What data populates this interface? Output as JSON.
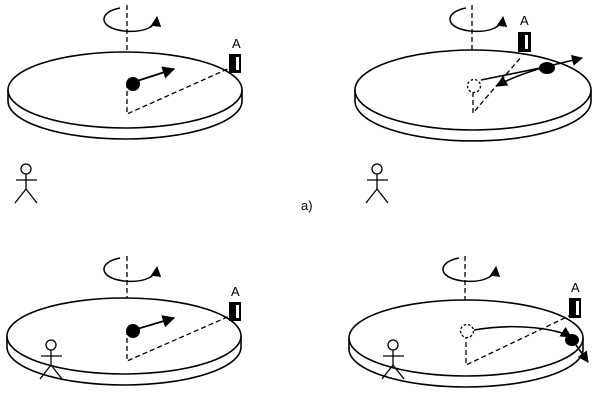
{
  "figure": {
    "panels": [
      {
        "door_label": "A"
      },
      {
        "door_label": "A"
      },
      {
        "door_label": "A"
      },
      {
        "door_label": "A"
      }
    ],
    "part_label": "a)"
  },
  "colors": {
    "ink": "#000000",
    "paper": "#ffffff"
  },
  "icons": [
    "rotation-arrow-icon",
    "stick-figure-observer-icon",
    "door-icon",
    "ball-icon"
  ]
}
